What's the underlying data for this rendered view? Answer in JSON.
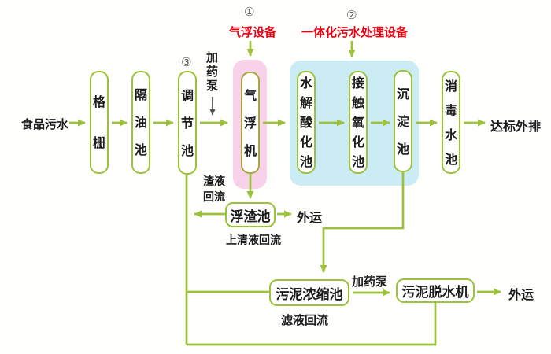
{
  "colors": {
    "green": "#9cc23c",
    "olive": "#a6a83f",
    "pink": "#f7d2e8",
    "blue": "#cbecf5",
    "red": "#e60012",
    "text": "#1c1c1c",
    "gray": "#555555"
  },
  "flow": {
    "source": "食品污水",
    "nodes": [
      {
        "label": "格栅"
      },
      {
        "label": "隔油池"
      },
      {
        "label": "调节池"
      },
      {
        "label": "气浮机"
      },
      {
        "label": "水解酸化池"
      },
      {
        "label": "接触氧化池"
      },
      {
        "label": "沉淀池"
      },
      {
        "label": "消毒水池"
      }
    ],
    "outfall": "达标外排"
  },
  "annotations": {
    "flotation": {
      "num": "①",
      "label": "气浮设备"
    },
    "integrated": {
      "num": "②",
      "label": "一体化污水处理设备"
    },
    "regulating_num": "③",
    "dosing_pump_top": "加药泵",
    "dosing_pump_bottom": "加药泵"
  },
  "recycle": {
    "slag_backflow": "渣液回流",
    "scum_tank": "浮渣池",
    "scum_out": "外运",
    "supernatant_backflow": "上清液回流",
    "sludge_thickener": "污泥浓缩池",
    "filtrate_backflow": "滤液回流",
    "sludge_dewaterer": "污泥脱水机",
    "dewater_out": "外运"
  }
}
